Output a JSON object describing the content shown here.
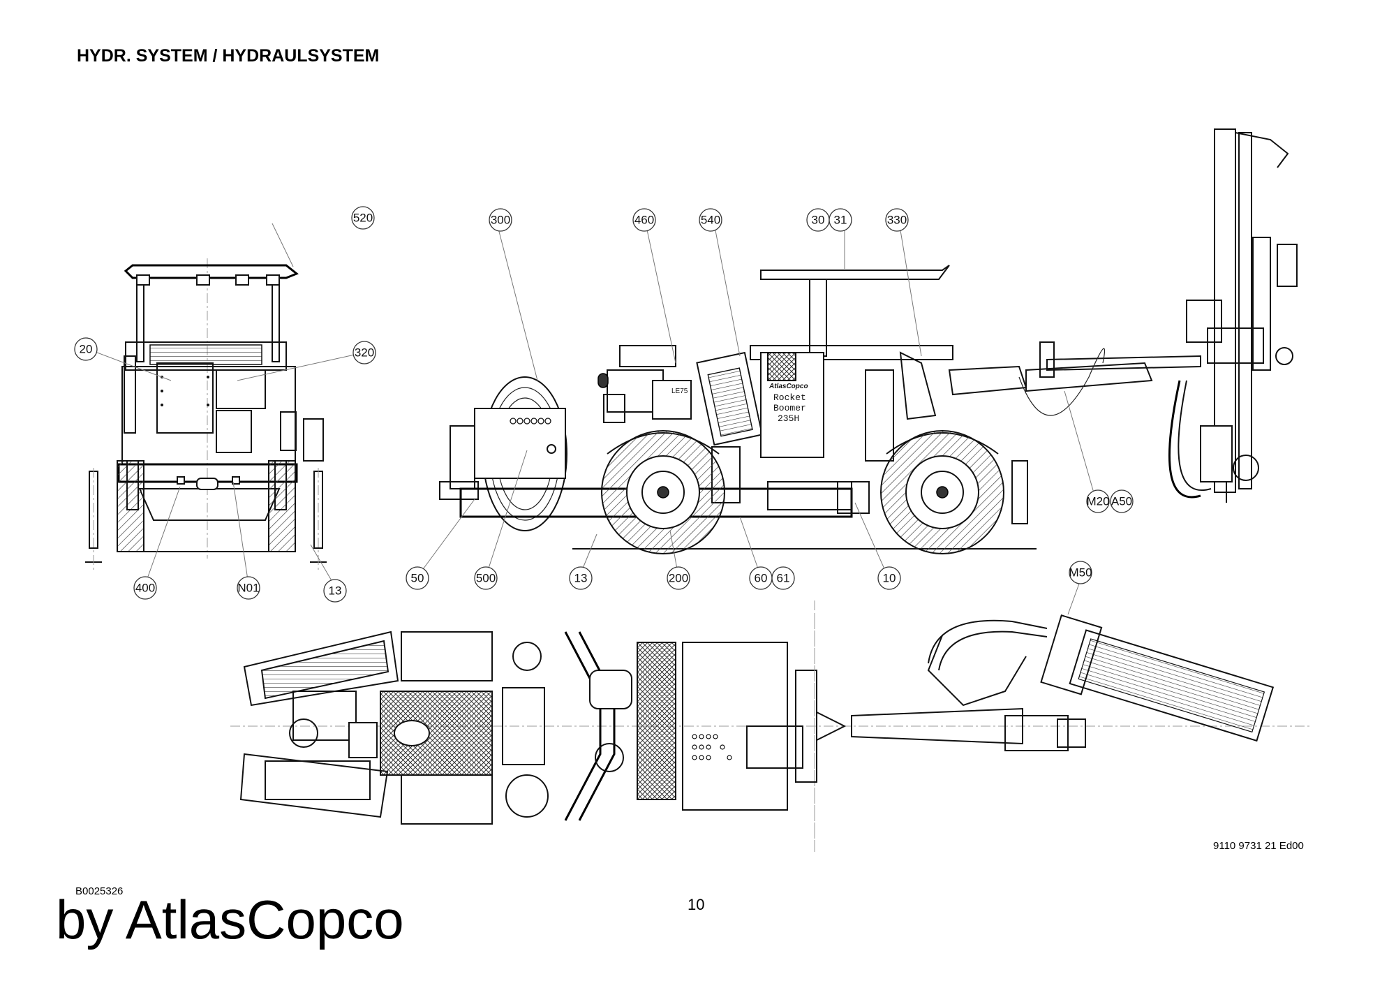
{
  "page": {
    "title": "HYDR. SYSTEM / HYDRAULSYSTEM",
    "doc_ref": "9110 9731 21 Ed00",
    "drawing_id": "B0025326",
    "page_number": "10",
    "brand": "by AtlasCopco"
  },
  "machine_labels": {
    "maker": "AtlasCopco",
    "model_line1": "Rocket",
    "model_line2": "Boomer",
    "model_line3": "235H",
    "motor_tag": "LE75"
  },
  "callouts": {
    "c520": "520",
    "c20": "20",
    "c320": "320",
    "c400": "400",
    "cN01": "N01",
    "c13a": "13",
    "c300": "300",
    "c460": "460",
    "c540": "540",
    "c30": "30",
    "c31": "31",
    "c330": "330",
    "cM20": "M20",
    "cA50": "A50",
    "c50": "50",
    "c500": "500",
    "c13b": "13",
    "c200": "200",
    "c60": "60",
    "c61": "61",
    "c10": "10",
    "cM50": "M50"
  }
}
